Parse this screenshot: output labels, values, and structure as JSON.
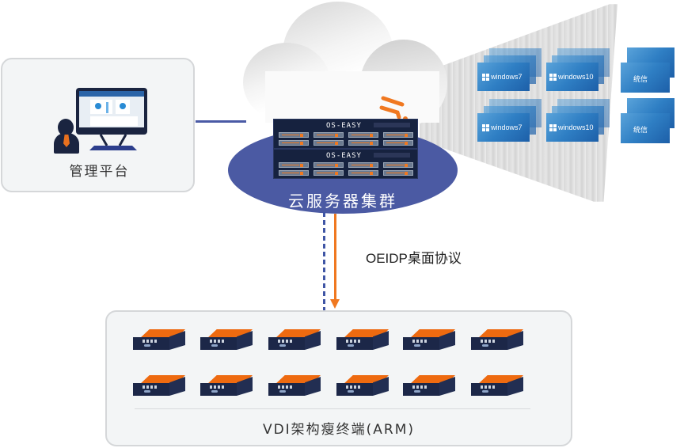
{
  "management": {
    "label": "管理平台",
    "icons": [
      "person-icon",
      "monitor-icon"
    ]
  },
  "cloud": {
    "cluster_label": "云服务器集群",
    "servers": [
      {
        "brand": "OS-EASY"
      },
      {
        "brand": "OS-EASY"
      }
    ],
    "logo_icon": "os-easy-logo-icon"
  },
  "virtual_desktops": [
    {
      "label": "windows7",
      "icon": "windows7-logo-icon"
    },
    {
      "label": "windows10",
      "icon": "windows10-logo-icon"
    },
    {
      "label": "统信",
      "icon": ""
    },
    {
      "label": "windows7",
      "icon": "windows7-logo-icon"
    },
    {
      "label": "windows10",
      "icon": "windows10-logo-icon"
    },
    {
      "label": "统信",
      "icon": ""
    }
  ],
  "protocol": {
    "label": "OEIDP桌面协议"
  },
  "terminals": {
    "label": "VDI架构瘦终端(ARM)",
    "count": 12,
    "rows": 2,
    "per_row": 6
  },
  "colors": {
    "accent_blue": "#4b5aa3",
    "accent_orange": "#f07820",
    "panel_bg": "#f3f5f6",
    "vm_blue": "#2f7fc4"
  }
}
